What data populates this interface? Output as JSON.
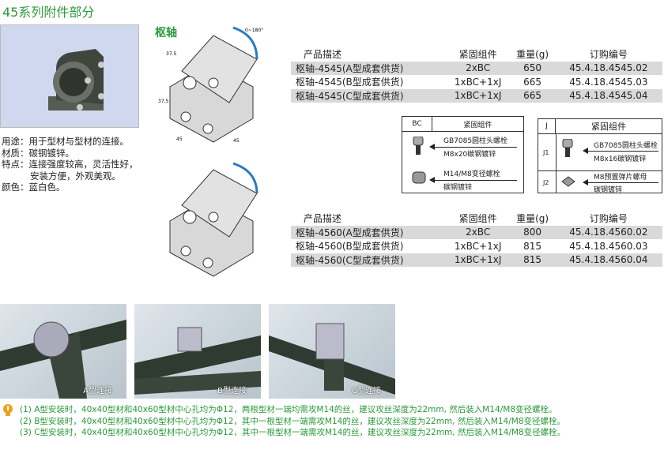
{
  "title": "45系列附件部分",
  "pivot_label": "枢轴",
  "specs": {
    "usage": "用途：用于型材与型材的连接。",
    "material": "材质：碳钢镀锌。",
    "features": "特点：连接强度较高，灵活性好，",
    "features2": "安装方便，外观美观。",
    "color": "颜色：蓝白色。"
  },
  "drawing": {
    "dim1": "37.5",
    "dim2": "37.5",
    "dim3": "45",
    "dim4": "45",
    "angle": "0~180°"
  },
  "table_headers": [
    "产品描述",
    "紧固组件",
    "重量(g)",
    "订购编号"
  ],
  "table1": [
    [
      "枢轴-4545(A型成套供货)",
      "2xBC",
      "650",
      "45.4.18.4545.02"
    ],
    [
      "枢轴-4545(B型成套供货)",
      "1xBC+1xJ",
      "665",
      "45.4.18.4545.03"
    ],
    [
      "枢轴-4545(C型成套供货)",
      "1xBC+1xJ",
      "665",
      "45.4.18.4545.04"
    ]
  ],
  "table2": [
    [
      "枢轴-4560(A型成套供货)",
      "2xBC",
      "800",
      "45.4.18.4560.02"
    ],
    [
      "枢轴-4560(B型成套供货)",
      "1xBC+1xJ",
      "815",
      "45.4.18.4560.03"
    ],
    [
      "枢轴-4560(C型成套供货)",
      "1xBC+1xJ",
      "815",
      "45.4.18.4560.04"
    ]
  ],
  "bc": {
    "code": "BC",
    "header": "紧固组件",
    "item1_l1": "GB7085圆柱头螺栓",
    "item1_l2": "M8x20碳钢镀锌",
    "item2_l1": "M14/M8变径螺栓",
    "item2_l2": "碳钢镀锌"
  },
  "j": {
    "code": "J",
    "header": "紧固组件",
    "j1": "J1",
    "j2": "J2",
    "item1_l1": "GB7085圆柱头螺栓",
    "item1_l2": "M8x16碳钢镀锌",
    "item2_l1": "M8预置弹片螺母",
    "item2_l2": "碳钢镀锌"
  },
  "photos": [
    "A型连接",
    "B型连接",
    "C型连接"
  ],
  "notes": [
    "(1) A型安装时，40x40型材和40x60型材中心孔均为Φ12，两根型材一端均需攻M14的丝，建议攻丝深度为22mm, 然后装入M14/M8变径螺栓。",
    "(2) B型安装时，40x40型材和40x60型材中心孔均为Φ12，其中一根型材一端需攻M14的丝，建议攻丝深度为22mm, 然后装入M14/M8变径螺栓。",
    "(3) C型安装时，40x40型材和40x60型材中心孔均为Φ12，其中一根型材一端需攻M14的丝，建议攻丝深度为22mm, 然后装入M14/M8变径螺栓。"
  ],
  "colors": {
    "accent": "#2a9a3a",
    "row_gray": "#d9d9d9",
    "note_icon": "#f0a020"
  }
}
